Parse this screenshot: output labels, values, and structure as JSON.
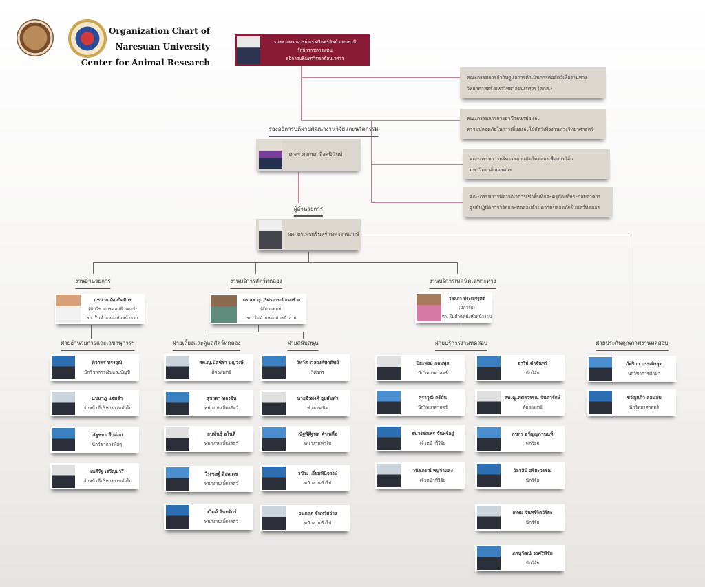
{
  "header": {
    "title_lines": [
      "Organization Chart of",
      "Naresuan University",
      "Center for Animal Research"
    ],
    "logos": [
      "university-elephant-seal",
      "animal-research-center-logo"
    ]
  },
  "president": {
    "lines": [
      "รองศาสตราจารย์ ดร.ศรินทร์ทิพย์ แทนธานี",
      "รักษาราชการแทน",
      "อธิการบดีมหาวิทยาลัยนเรศวร"
    ],
    "color": "#8a1b36"
  },
  "committees": [
    {
      "lines": [
        "คณะกรรมการกำกับดูแลการดำเนินการต่อสัตว์เพื่องานทาง",
        "วิทยาศาสตร์ มหาวิทยาลัยนเรศวร (คกส.)"
      ]
    },
    {
      "lines": [
        "คณะกรรมการการอาชีวอนามัยและ",
        "ความปลอดภัยในการเลี้ยงและใช้สัตว์เพื่องานทางวิทยาศาสตร์"
      ]
    },
    {
      "lines": [
        "คณะกรรมการบริหารสถานสัตว์ทดลองเพื่อการวิจัย",
        "มหาวิทยาลัยนเรศวร"
      ]
    },
    {
      "lines": [
        "คณะกรรมการพิจารณาการเช่าพื้นที่และครุภัณฑ์ประกอบอาคาร",
        "ศูนย์ปฏิบัติการวิจัยและทดสอบด้านความปลอดภัยในสัตว์ทดลอง"
      ]
    }
  ],
  "vice_president": {
    "title": "รองอธิการบดีฝ่ายพัฒนางานวิจัยและนวัตกรรม",
    "name": "ศ.ดร.ภรกนก อิงคนินันท์"
  },
  "director": {
    "title": "ผู้อำนวยการ",
    "name": "ผศ. ดร.พรนรินทร์   เทพาราพฤกษ์"
  },
  "units": [
    {
      "label": "งานอำนวยการ",
      "head": {
        "name": "นุชนาถ อัศวกิตติกร",
        "role": "(นักวิชาการคอมพิวเตอร์)",
        "note": "รก. ในตำแหน่งหัวหน้างาน"
      }
    },
    {
      "label": "งานบริการสัตว์ทดลอง",
      "head": {
        "name": "ดร.สพ.ญ.วริศรากรณ์ แดงช้าง",
        "role": "(สัตวแพทย์)",
        "note": "รก. ในตำแหน่งหัวหน้างาน"
      }
    },
    {
      "label": "งานบริการเทคนิคเฉพาะทาง",
      "head": {
        "name": "วัลลภา ประเสริฐศรี",
        "role": "(นักวิจัย)",
        "note": "รก. ในตำแหน่งหัวหน้างาน"
      }
    }
  ],
  "sections": [
    {
      "label": "ฝ่ายอำนวยการและเลขานุการฯ",
      "staff": [
        {
          "name": "ศิวาพร ทรงวุฒิ",
          "role": "นักวิชาการเงินและบัญชี"
        },
        {
          "name": "นุชนาฎ แจ่มจำ",
          "role": "เจ้าหน้าที่บริหารงานทั่วไป"
        },
        {
          "name": "ณัฐชยา สืบอ่อน",
          "role": "นักวิชาการพัสดุ"
        },
        {
          "name": "เนติรัฐ เจริญบารี",
          "role": "เจ้าหน้าที่บริหารงานทั่วไป"
        }
      ]
    },
    {
      "label": "ฝ่ายเลี้ยงและดูแลสัตว์ทดลอง",
      "staff": [
        {
          "name": "สพ.ญ.นัสชิรา บุญวงษ์",
          "role": "สัตวแพทย์"
        },
        {
          "name": "สุชาดา ทองอิน",
          "role": "พนักงานเลี้ยงสัตว์"
        },
        {
          "name": "ธนพันธุ์ อโนดี",
          "role": "พนักงานเลี้ยงสัตว์"
        },
        {
          "name": "วีรเชษฐ์ สิงหเดช",
          "role": "พนักงานเลี้ยงสัตว์"
        },
        {
          "name": "สวิตต์ อินทจักร์",
          "role": "พนักงานเลี้ยงสัตว์"
        }
      ]
    },
    {
      "label": "ฝ่ายสนับสนุน",
      "staff": [
        {
          "name": "วิทวัส เวสวงศ์ษาติพย์",
          "role": "วิศวกร"
        },
        {
          "name": "นายจีรพงศ์ อูปสัมฬา",
          "role": "ช่างเทคนิค"
        },
        {
          "name": "ณัฐพิศิฐพล คำเพลือ",
          "role": "พนักงานทั่วไป"
        },
        {
          "name": "วชิระ เอี่ยมพินิจวงษ์",
          "role": "พนักงานทั่วไป"
        },
        {
          "name": "ธนกฤต จันทร์สว่าง",
          "role": "พนักงานทั่วไป"
        }
      ]
    },
    {
      "label": "ฝ่ายบริการงานทดสอบ",
      "staff": [
        {
          "name": "ปิยะพงษ์ กลมพุก",
          "role": "นักวิทยาศาสตร์"
        },
        {
          "name": "ศราวุฒิ ตรีถัน",
          "role": "นักวิทยาศาสตร์"
        },
        {
          "name": "ธนวรรณพร จันทร์อยู่",
          "role": "เจ้าหน้าที่วิจัย"
        },
        {
          "name": "วนัชภรณ์ พนูจำแลง",
          "role": "เจ้าหน้าที่วิจัย"
        },
        {
          "name": "อารีย์ คำจันทร์",
          "role": "นักวิจัย"
        },
        {
          "name": "สพ.ญ.ศศลวรรณ จันดารักษ์",
          "role": "สัตวแพทย์"
        },
        {
          "name": "กชกร  อรัญญกานนท์",
          "role": "นักวิจัย"
        },
        {
          "name": "วิลาสินี อริยะวรรณ",
          "role": "นักวิจัย"
        },
        {
          "name": "เกษม จันทร์จิตวิริยะ",
          "role": "นักวิจัย"
        },
        {
          "name": "ภานุวัฒน์ วรศรีพิชัย",
          "role": "นักวิจัย"
        }
      ]
    },
    {
      "label": "ฝ่ายประกันคุณภาพงานทดสอบ",
      "staff": [
        {
          "name": "ภัทริกา บรรเทิงสุข",
          "role": "นักวิชาการศึกษา"
        },
        {
          "name": "ขวัญแก้ว ลอนลับ",
          "role": "นักวิทยาศาสตร์"
        }
      ]
    }
  ]
}
